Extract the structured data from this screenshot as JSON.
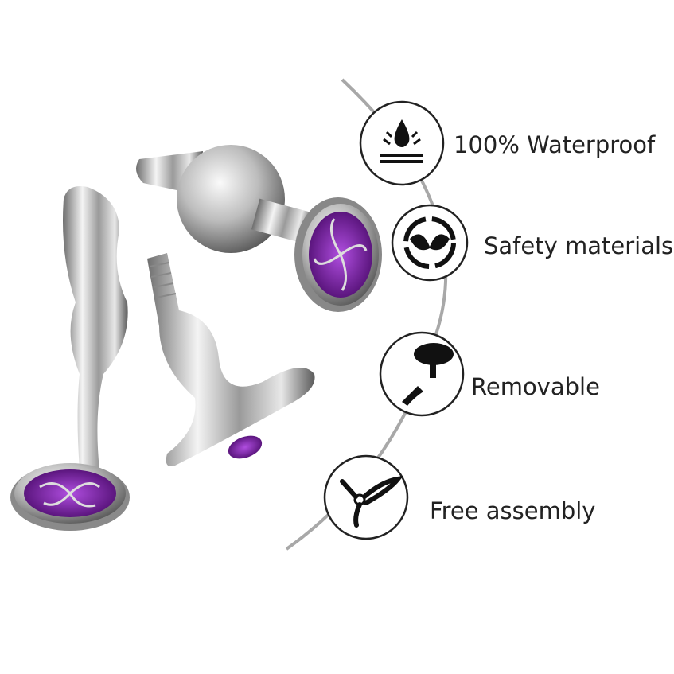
{
  "features": [
    {
      "label": "100% Waterproof",
      "icon": "water-drop-icon"
    },
    {
      "label": "Safety materials",
      "icon": "eco-leaf-icon"
    },
    {
      "label": "Removable",
      "icon": "removable-parts-icon"
    },
    {
      "label": "Free assembly",
      "icon": "assembly-parts-icon"
    }
  ],
  "colors": {
    "jewel": "#7a1fa8",
    "arc": "#a8a8a8",
    "text": "#222222"
  }
}
